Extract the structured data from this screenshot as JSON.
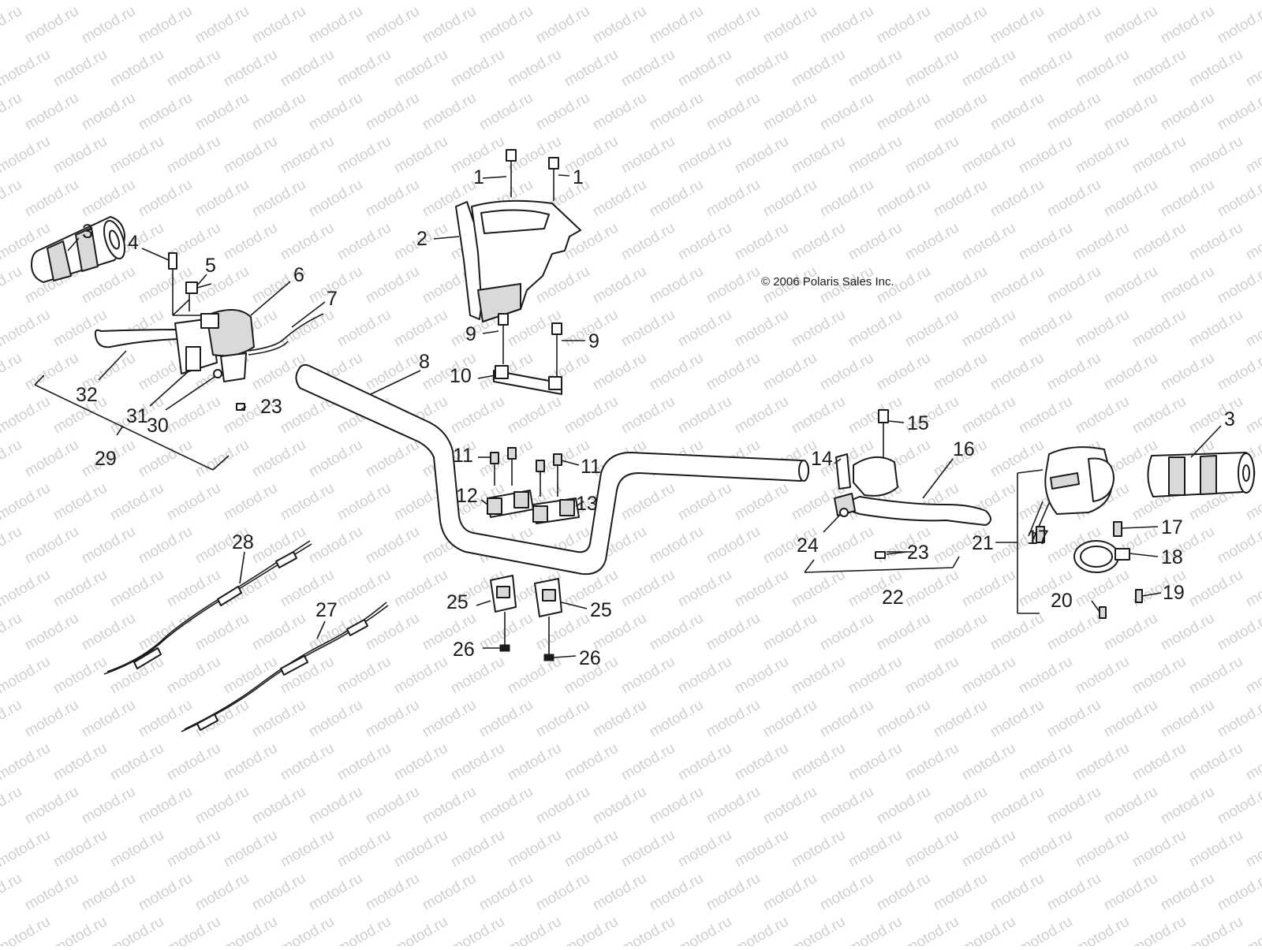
{
  "diagram": {
    "copyright": "© 2006 Polaris Sales Inc.",
    "watermark": "motod.ru",
    "callouts": [
      {
        "id": "c1a",
        "text": "1"
      },
      {
        "id": "c1b",
        "text": "1"
      },
      {
        "id": "c2",
        "text": "2"
      },
      {
        "id": "c3a",
        "text": "3"
      },
      {
        "id": "c3b",
        "text": "3"
      },
      {
        "id": "c4",
        "text": "4"
      },
      {
        "id": "c5",
        "text": "5"
      },
      {
        "id": "c6",
        "text": "6"
      },
      {
        "id": "c7",
        "text": "7"
      },
      {
        "id": "c8",
        "text": "8"
      },
      {
        "id": "c9a",
        "text": "9"
      },
      {
        "id": "c9b",
        "text": "9"
      },
      {
        "id": "c10",
        "text": "10"
      },
      {
        "id": "c11a",
        "text": "11"
      },
      {
        "id": "c11b",
        "text": "11"
      },
      {
        "id": "c12",
        "text": "12"
      },
      {
        "id": "c13",
        "text": "13"
      },
      {
        "id": "c14",
        "text": "14"
      },
      {
        "id": "c15",
        "text": "15"
      },
      {
        "id": "c16",
        "text": "16"
      },
      {
        "id": "c17a",
        "text": "17"
      },
      {
        "id": "c17b",
        "text": "17"
      },
      {
        "id": "c18",
        "text": "18"
      },
      {
        "id": "c19",
        "text": "19"
      },
      {
        "id": "c20",
        "text": "20"
      },
      {
        "id": "c21",
        "text": "21"
      },
      {
        "id": "c22",
        "text": "22"
      },
      {
        "id": "c23a",
        "text": "23"
      },
      {
        "id": "c23b",
        "text": "23"
      },
      {
        "id": "c24",
        "text": "24"
      },
      {
        "id": "c25a",
        "text": "25"
      },
      {
        "id": "c25b",
        "text": "25"
      },
      {
        "id": "c26a",
        "text": "26"
      },
      {
        "id": "c26b",
        "text": "26"
      },
      {
        "id": "c27",
        "text": "27"
      },
      {
        "id": "c28",
        "text": "28"
      },
      {
        "id": "c29",
        "text": "29"
      },
      {
        "id": "c30",
        "text": "30"
      },
      {
        "id": "c31",
        "text": "31"
      },
      {
        "id": "c32",
        "text": "32"
      }
    ]
  }
}
